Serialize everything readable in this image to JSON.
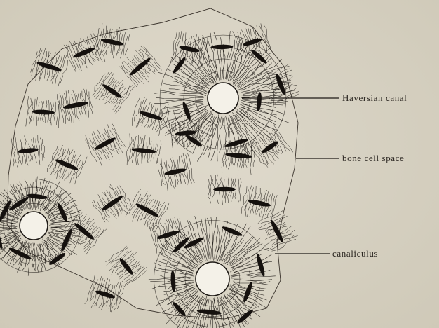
{
  "figure": {
    "labels": {
      "haversian": "Haversian canal",
      "bone_cell": "bone cell space",
      "canaliculus": "canaliculus"
    },
    "colors": {
      "paper": "#d8d3c4",
      "ink": "#1e1a16",
      "lacuna": "#15110e"
    }
  }
}
